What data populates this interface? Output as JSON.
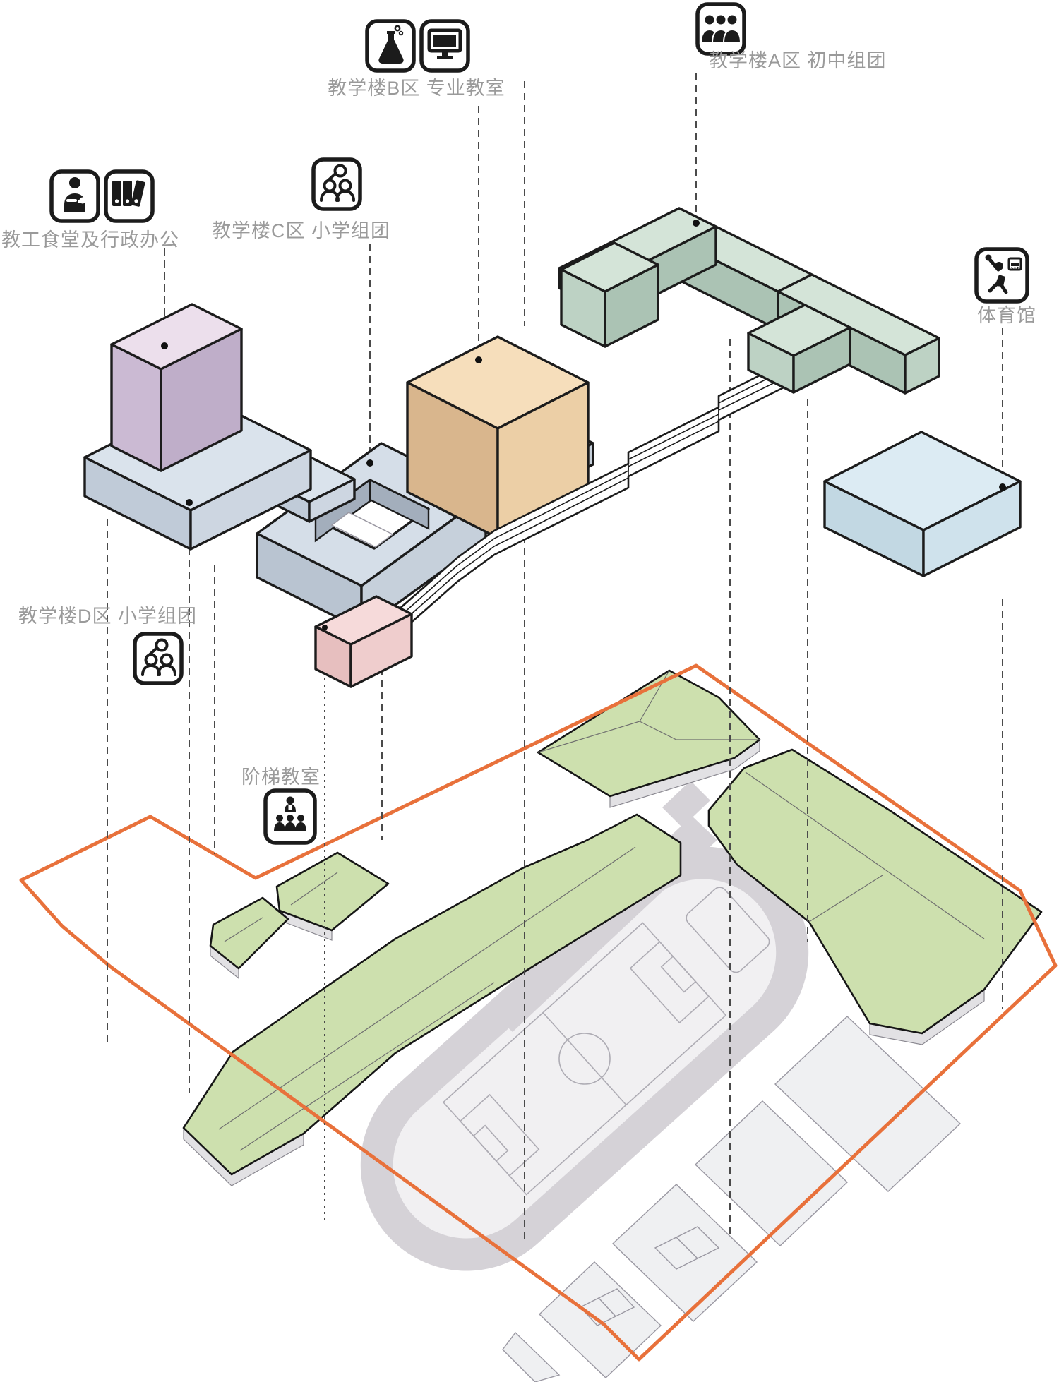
{
  "diagram": {
    "type": "exploded-axonometric-school-campus",
    "labels": {
      "building_a": "教学楼A区 初中组团",
      "building_b": "教学楼B区 专业教室",
      "building_c": "教学楼C区 小学组团",
      "building_d": "教学楼D区 小学组团",
      "canteen_admin": "教工食堂及行政办公",
      "gym": "体育馆",
      "lecture_hall": "阶梯教室"
    },
    "legend_icons": {
      "building_b": [
        "chemistry-flask-icon",
        "computer-monitor-icon"
      ],
      "building_a": [
        "students-group-icon"
      ],
      "canteen_admin": [
        "canteen-staff-icon",
        "file-binders-icon"
      ],
      "building_c": [
        "teacher-students-icon"
      ],
      "building_d": [
        "teacher-students-icon"
      ],
      "gym": [
        "basketball-player-icon"
      ],
      "lecture_hall": [
        "lecture-audience-icon"
      ]
    },
    "colors": {
      "outline": "#1c1c1c",
      "label_text": "#9a9a9a",
      "accent_orange": "#e8713b",
      "line_gray": "#4a4a4a",
      "tower_top": "#ecdfec",
      "tower_left": "#cbbad3",
      "tower_right": "#bfaec9",
      "podium_top": "#dae3ec",
      "podium_left": "#c0cbd8",
      "podium_right": "#cdd6e1",
      "c_top": "#d5dee8",
      "c_left": "#b9c4d1",
      "c_right": "#c6d0db",
      "c_inner": "#a3aebc",
      "b_top": "#f6debb",
      "b_left": "#d9b68d",
      "b_right": "#eccfa6",
      "a_top": "#d4e4d8",
      "a_mid": "#bdd2c4",
      "a_dark": "#abc3b4",
      "gym_top": "#dcebf3",
      "gym_left": "#c2d8e3",
      "gym_right": "#cfe2ec",
      "pink_top": "#f6dada",
      "pink_left": "#e7bfbf",
      "pink_right": "#efcdcd",
      "green_patch": "#cde0ae",
      "patch_side": "#e2e1e4",
      "track": "#d5d2d7",
      "infield": "#f1f0f2",
      "court": "#eff0f2"
    }
  }
}
